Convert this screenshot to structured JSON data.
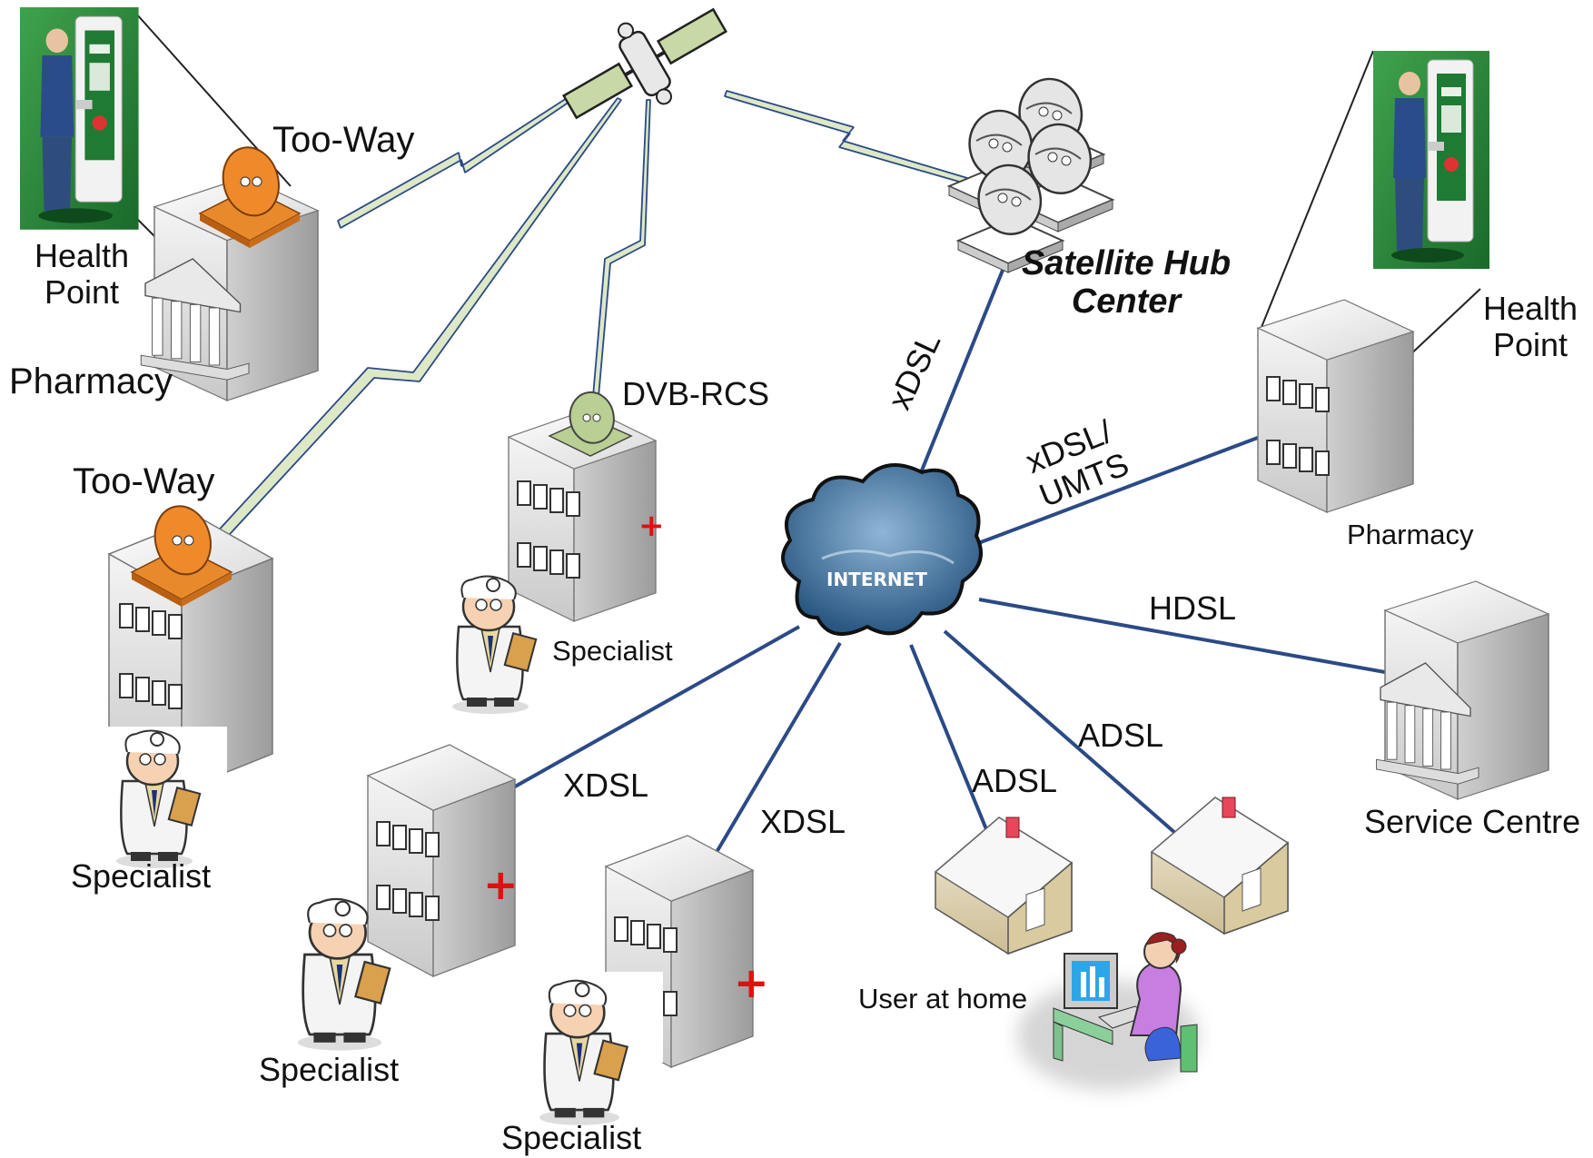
{
  "diagram": {
    "labels": {
      "too_way_top": "Too-Way",
      "health_point_left": "Health\nPoint",
      "pharmacy_left": "Pharmacy",
      "too_way_mid": "Too-Way",
      "dvb_rcs": "DVB-RCS",
      "satellite_hub": "Satellite Hub\nCenter",
      "xdsl_hub": "xDSL",
      "xdsl_umts": "xDSL/\nUMTS",
      "health_point_right": "Health\nPoint",
      "pharmacy_right": "Pharmacy",
      "internet": "INTERNET",
      "hdsl": "HDSL",
      "adsl_right": "ADSL",
      "adsl_home": "ADSL",
      "xdsl_left": "XDSL",
      "xdsl_mid": "XDSL",
      "service_centre": "Service Centre",
      "user_at_home": "User at home",
      "specialist_top": "Specialist",
      "specialist_left": "Specialist",
      "specialist_bottom_left": "Specialist",
      "specialist_bottom": "Specialist"
    },
    "colors": {
      "wire": "#2b4a86",
      "satellite_link": "#dde8c6",
      "dish_orange": "#e37a1f",
      "dish_green": "#b9cf93",
      "kiosk_bg": "#2a8a3a",
      "cloud": "#3d6f9b",
      "red_cross": "#e01010"
    }
  }
}
